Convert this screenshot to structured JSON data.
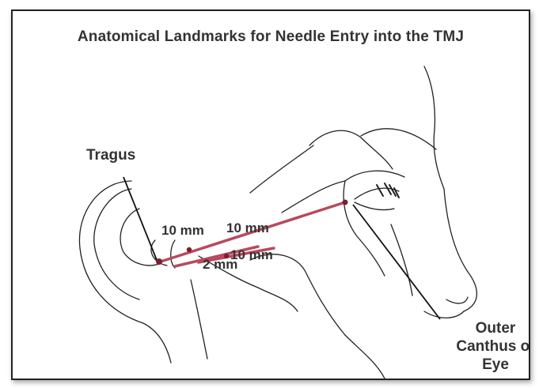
{
  "title": "Anatomical Landmarks for Needle Entry into the TMJ",
  "labels": {
    "tragus": "Tragus",
    "canthus_line1": "Outer",
    "canthus_line2": "Canthus of",
    "canthus_line3": "Eye"
  },
  "measurements": {
    "m1": "10 mm",
    "m2": "10 mm",
    "m3": "10 mm",
    "m4": "2 mm"
  },
  "colors": {
    "needle_line": "#b84a5e",
    "ink": "#222222"
  }
}
